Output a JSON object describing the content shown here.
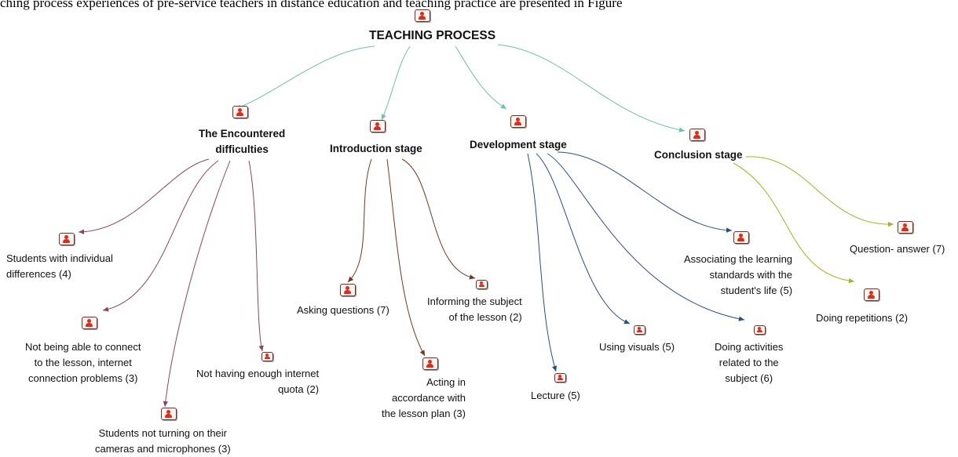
{
  "caption": "ching process experiences of pre-service teachers in distance education and teaching practice are presented in Figure",
  "diagram": {
    "root": "TEACHING PROCESS",
    "stages": {
      "difficulties": "The Encountered\ndifficulties",
      "introduction": "Introduction stage",
      "development": "Development stage",
      "conclusion": "Conclusion stage"
    },
    "difficulties_items": {
      "individual": "Students with individual\ndifferences (4)",
      "connect": "Not being able to connect\nto the lesson, internet\nconnection problems (3)",
      "cameras": "Students not turning on their\ncameras and microphones (3)",
      "quota": "Not having enough internet\nquota (2)"
    },
    "introduction_items": {
      "asking": "Asking questions (7)",
      "acting": "Acting in\naccordance with\nthe lesson plan (3)",
      "informing": "Informing the subject\nof the lesson (2)"
    },
    "development_items": {
      "lecture": "Lecture (5)",
      "visuals": "Using visuals (5)",
      "activities": "Doing activities\nrelated to the\nsubject (6)",
      "associating": "Associating the learning\nstandards with the\nstudent's life (5)"
    },
    "conclusion_items": {
      "question": "Question- answer (7)",
      "repetitions": "Doing repetitions (2)"
    },
    "icon": "person-document-icon",
    "colors": {
      "root_links": "#6fbfaa",
      "difficulties_links": "#8a4560",
      "introduction_links": "#6b3a26",
      "development_links": "#2d4d80",
      "conclusion_links": "#a8b024"
    }
  }
}
